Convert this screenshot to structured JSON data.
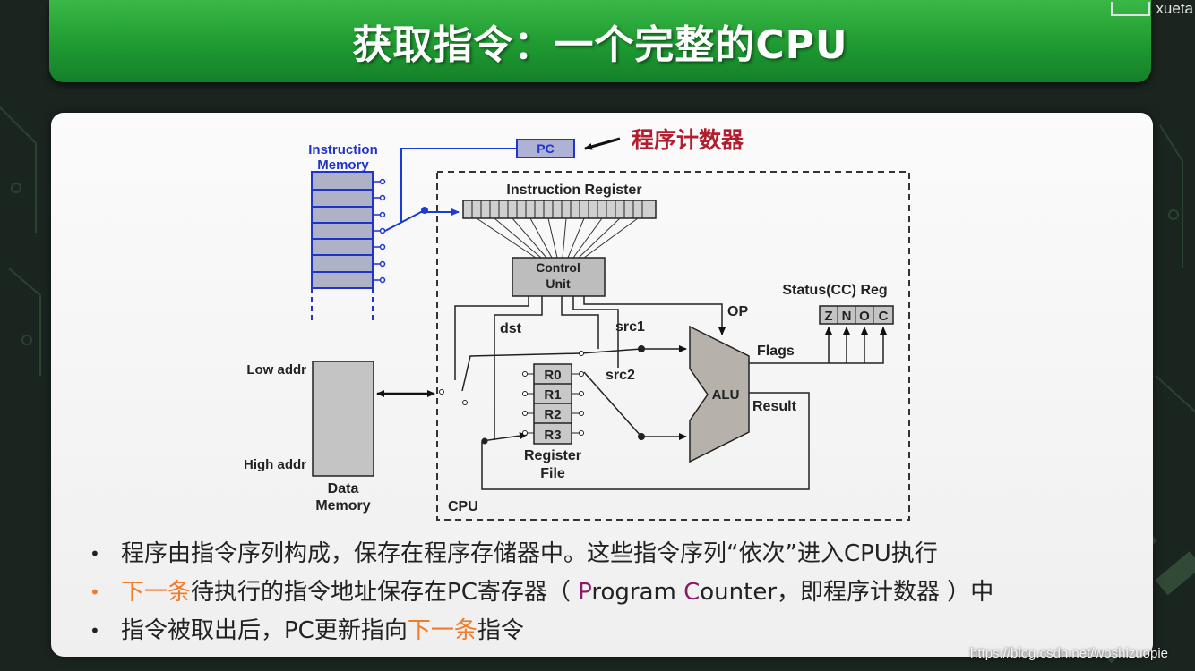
{
  "title": "获取指令：一个完整的CPU",
  "brand": "xueta",
  "diagram": {
    "instruction_memory_line1": "Instruction",
    "instruction_memory_line2": "Memory",
    "pc": "PC",
    "pc_annotation": "程序计数器",
    "instruction_register": "Instruction Register",
    "control_unit_line1": "Control",
    "control_unit_line2": "Unit",
    "status_reg": "Status(CC) Reg",
    "flags": [
      "Z",
      "N",
      "O",
      "C"
    ],
    "op": "OP",
    "dst": "dst",
    "src1": "src1",
    "src2": "src2",
    "flags_label": "Flags",
    "alu": "ALU",
    "result": "Result",
    "registers": [
      "R0",
      "R1",
      "R2",
      "R3"
    ],
    "register_file_line1": "Register",
    "register_file_line2": "File",
    "low_addr": "Low addr",
    "high_addr": "High addr",
    "data_memory_line1": "Data",
    "data_memory_line2": "Memory",
    "cpu": "CPU"
  },
  "bullets": {
    "b1": "程序由指令序列构成，保存在程序存储器中。这些指令序列“依次”进入CPU执行",
    "b2_a": "下一条",
    "b2_b": "待执行的指令地址保存在PC寄存器（ ",
    "b2_c": "P",
    "b2_d": "rogram ",
    "b2_e": "C",
    "b2_f": "ounter，即程序计数器 ）中",
    "b3_a": "指令被取出后，PC更新指向",
    "b3_b": "下一条",
    "b3_c": "指令"
  },
  "watermark": "https://blog.csdn.net/woshizuopie"
}
